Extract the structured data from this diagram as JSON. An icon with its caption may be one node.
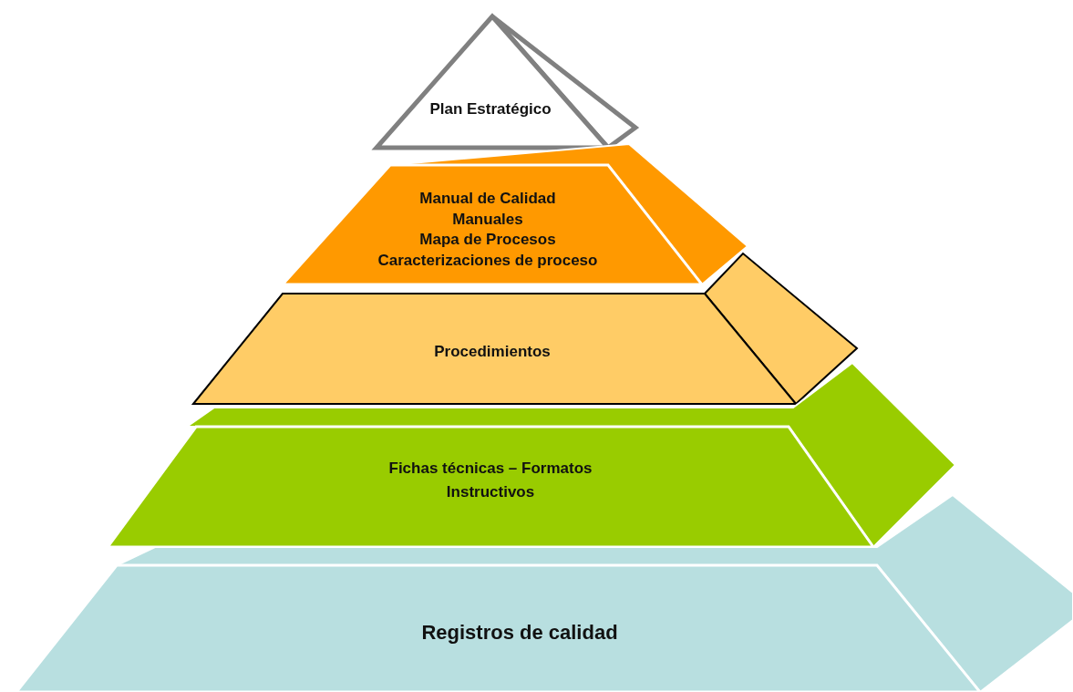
{
  "diagram": {
    "nodes": [
      {
        "text": [
          "Plan Estratégico"
        ]
      },
      {
        "text": [
          "Manual de Calidad",
          "Manuales",
          "Mapa de Procesos",
          "Caracterizaciones de proceso"
        ]
      },
      {
        "text": [
          "Procedimientos"
        ]
      },
      {
        "text": [
          "Fichas técnicas – Formatos",
          "Instructivos"
        ]
      },
      {
        "text": [
          "Registros de calidad"
        ]
      }
    ]
  }
}
